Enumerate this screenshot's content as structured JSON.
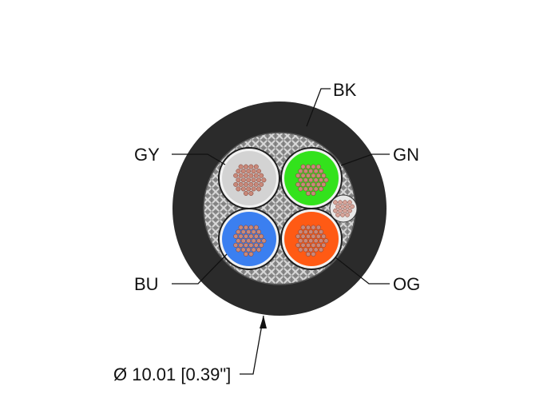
{
  "diagram": {
    "labels": {
      "black": "BK",
      "gray": "GY",
      "green": "GN",
      "blue": "BU",
      "orange": "OG"
    },
    "dimension": "Ø 10.01 [0.39\"]"
  },
  "colors": {
    "jacket": "#2b2b2b",
    "gray_core": "#d3d3d3",
    "green_core": "#33e21c",
    "blue_core": "#3b7ff0",
    "orange_core": "#ff5a14",
    "copper": "#c9897a"
  }
}
